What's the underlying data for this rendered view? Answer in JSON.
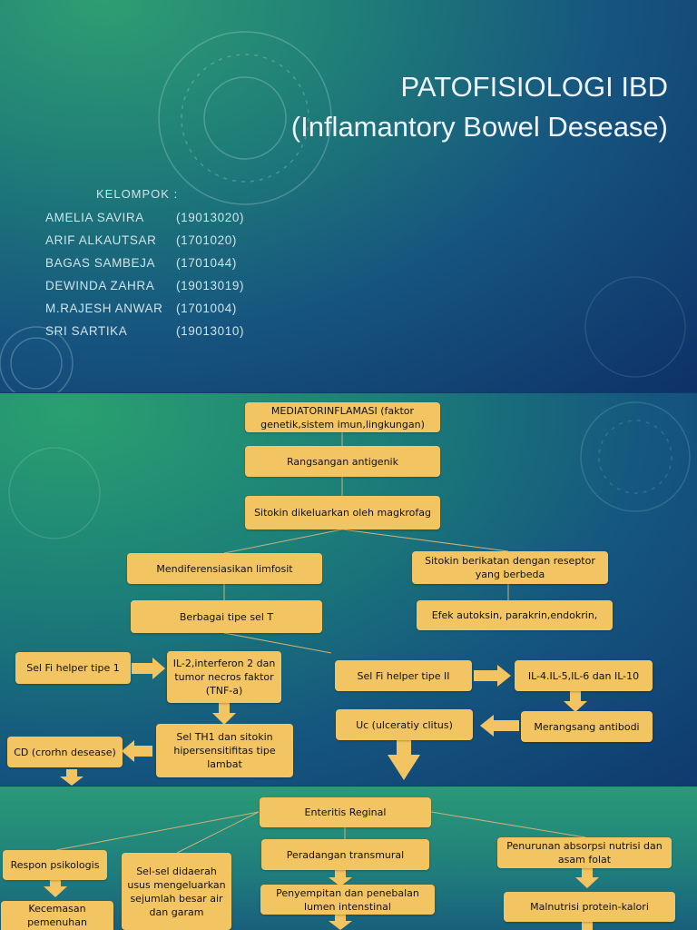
{
  "slide1": {
    "title_line1": "PATOFISIOLOGI IBD",
    "title_line2": "(Inflamantory Bowel Desease)",
    "group_label": "KELOMPOK :",
    "members": [
      {
        "name": "AMELIA SAVIRA",
        "id": "(19013020)"
      },
      {
        "name": "ARIF ALKAUTSAR",
        "id": "(1701020)"
      },
      {
        "name": "BAGAS SAMBEJA",
        "id": "(1701044)"
      },
      {
        "name": "DEWINDA ZAHRA",
        "id": "(19013019)"
      },
      {
        "name": "M.RAJESH ANWAR",
        "id": "(1701004)"
      },
      {
        "name": "SRI SARTIKA",
        "id": "(19013010)"
      }
    ]
  },
  "slide2": {
    "mediator": "MEDIATORINFLAMASI (faktor genetik,sistem imun,lingkungan)",
    "rangsangan": "Rangsangan antigenik",
    "sitokin": "Sitokin dikeluarkan oleh magkrofag",
    "mendiferensiasi": "Mendiferensiasikan limfosit",
    "sitokin_reseptor": "Sitokin berikatan dengan reseptor yang berbeda",
    "berbagai": "Berbagai tipe sel T",
    "efek": "Efek autoksin, parakrin,endokrin,",
    "helper1": "Sel Fi helper tipe 1",
    "il2": "IL-2,interferon 2 dan tumor necros faktor (TNF-a)",
    "helper2": "Sel Fi helper tipe II",
    "il4": "IL-4.IL-5,IL-6 dan IL-10",
    "uc": "Uc (ulceratiy clitus)",
    "merangsang": "Merangsang antibodi",
    "cd": "CD (crorhn desease)",
    "th1": "Sel TH1 dan sitokin hipersensitifitas tipe lambat"
  },
  "slide3": {
    "enteritis": "Enteritis Reginal",
    "respon": "Respon psikologis",
    "sel_sel": "Sel-sel didaerah usus mengeluarkan sejumlah besar air dan garam",
    "peradangan": "Peradangan transmural",
    "penurunan": "Penurunan absorpsi nutrisi dan asam folat",
    "penyempitan": "Penyempitan dan penebalan lumen intenstinal",
    "malnutrisi": "Malnutrisi protein-kalori",
    "kecemasan": "Kecemasan pemenuhan"
  },
  "colors": {
    "box_fill": "#f3c462",
    "arrow": "#f3c462",
    "line": "#c9b27a"
  }
}
